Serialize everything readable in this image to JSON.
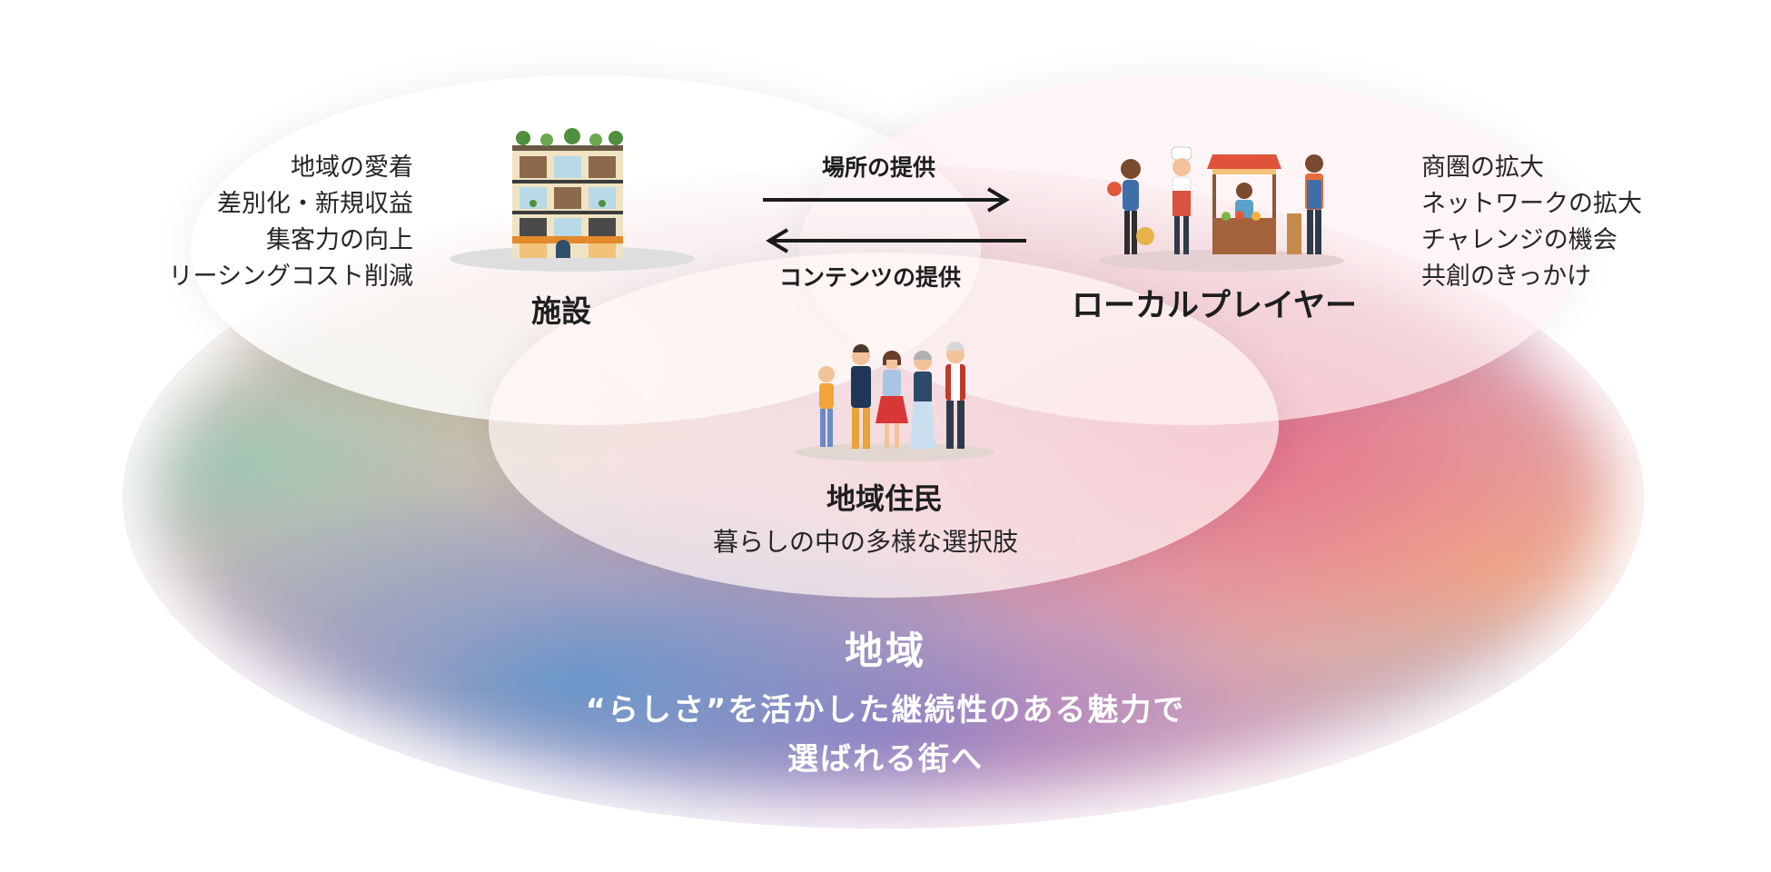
{
  "facility": {
    "label": "施設",
    "benefits": [
      "地域の愛着",
      "差別化・新規収益",
      "集客力の向上",
      "リーシングコスト削減"
    ]
  },
  "local_player": {
    "label": "ローカルプレイヤー",
    "benefits": [
      "商圏の拡大",
      "ネットワークの拡大",
      "チャレンジの機会",
      "共創のきっかけ"
    ]
  },
  "resident": {
    "label": "地域住民",
    "subtitle": "暮らしの中の多様な選択肢"
  },
  "arrows": {
    "to_player": "場所の提供",
    "to_facility": "コンテンツの提供"
  },
  "region": {
    "title": "地域",
    "tagline_line1": "“らしさ”を活かした継続性のある魅力で",
    "tagline_line2": "選ばれる街へ"
  },
  "icons": {
    "facility": "building-icon",
    "player": "vendors-icon",
    "resident": "family-icon"
  }
}
